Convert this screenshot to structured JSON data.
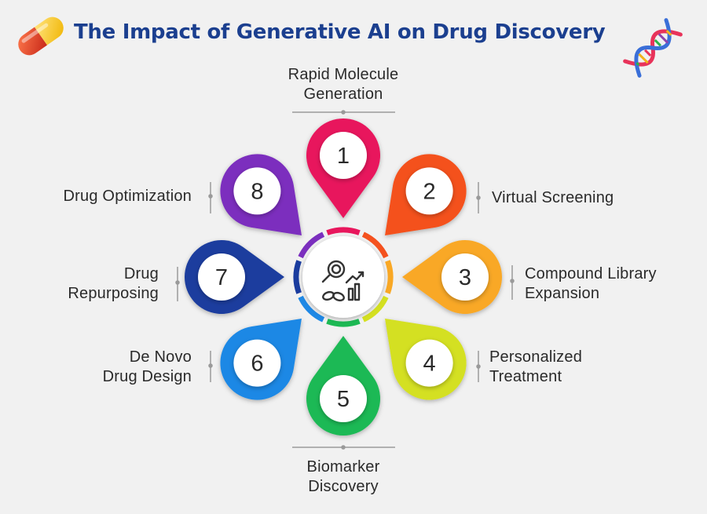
{
  "title": "The Impact of Generative AI on Drug Discovery",
  "title_color": "#1b3f8f",
  "center_icon": "magnifier-pills-growth-chart-icon",
  "decorations": [
    "capsule-pill-icon",
    "dna-helix-icon"
  ],
  "steps": [
    {
      "number": "1",
      "lines": [
        "Rapid Molecule",
        "Generation"
      ],
      "color": "#e8175d"
    },
    {
      "number": "2",
      "lines": [
        "Virtual Screening"
      ],
      "color": "#f4511e"
    },
    {
      "number": "3",
      "lines": [
        "Compound Library",
        "Expansion"
      ],
      "color": "#f9a825"
    },
    {
      "number": "4",
      "lines": [
        "Personalized",
        "Treatment"
      ],
      "color": "#d4e021"
    },
    {
      "number": "5",
      "lines": [
        "Biomarker",
        "Discovery"
      ],
      "color": "#1db954"
    },
    {
      "number": "6",
      "lines": [
        "De Novo",
        "Drug Design"
      ],
      "color": "#1e88e5"
    },
    {
      "number": "7",
      "lines": [
        "Drug",
        "Repurposing"
      ],
      "color": "#1a3c9e"
    },
    {
      "number": "8",
      "lines": [
        "Drug Optimization"
      ],
      "color": "#7b2fbe"
    }
  ]
}
